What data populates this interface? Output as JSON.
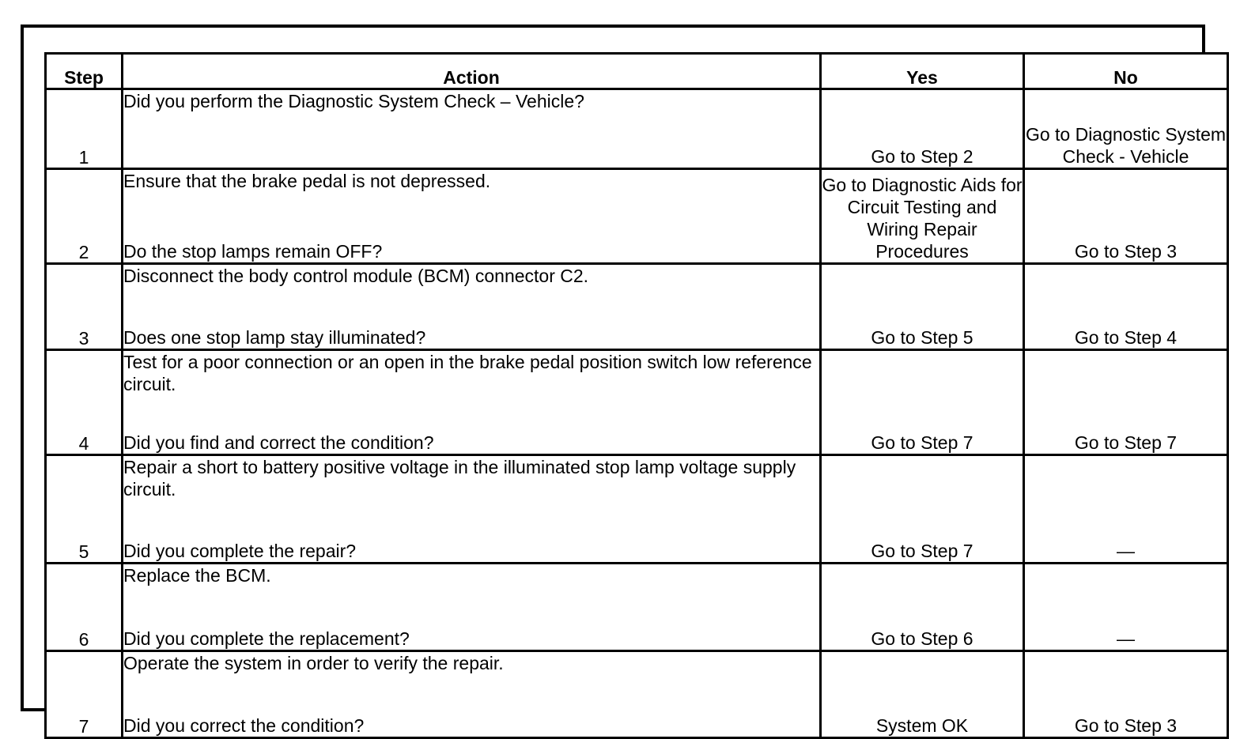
{
  "document": {
    "type": "diagnostic-decision-table",
    "columns": [
      "Step",
      "Action",
      "Yes",
      "No"
    ]
  },
  "table": {
    "headers": {
      "step": "Step",
      "action": "Action",
      "yes": "Yes",
      "no": "No"
    },
    "rows": [
      {
        "step": "1",
        "action_statement": "Did you perform the Diagnostic System Check – Vehicle?",
        "action_question": "",
        "yes": "Go to Step 2",
        "no": "Go to Diagnostic System Check - Vehicle",
        "yes_align": "bottom",
        "no_align": "top"
      },
      {
        "step": "2",
        "action_statement": "Ensure that the brake pedal is not depressed.",
        "action_question": "Do the stop lamps remain OFF?",
        "yes": "Go to Diagnostic Aids for Circuit Testing and Wiring Repair Procedures",
        "no": "Go to Step 3",
        "yes_align": "top",
        "no_align": "bottom"
      },
      {
        "step": "3",
        "action_statement": "Disconnect the body control module (BCM) connector C2.",
        "action_question": "Does one stop lamp stay illuminated?",
        "yes": "Go to Step 5",
        "no": "Go to Step 4",
        "yes_align": "bottom",
        "no_align": "bottom"
      },
      {
        "step": "4",
        "action_statement": "Test for a poor connection or an open in the brake pedal position switch low reference circuit.",
        "action_question": "Did you find and correct the condition?",
        "yes": "Go to Step 7",
        "no": "Go to Step 7",
        "yes_align": "bottom",
        "no_align": "bottom"
      },
      {
        "step": "5",
        "action_statement": "Repair a short to battery positive voltage in the illuminated stop lamp voltage supply circuit.",
        "action_question": "Did you complete the repair?",
        "yes": "Go to Step 7",
        "no": "—",
        "yes_align": "bottom",
        "no_align": "bottom"
      },
      {
        "step": "6",
        "action_statement": "Replace the BCM.",
        "action_question": "Did you complete the replacement?",
        "yes": "Go to Step 6",
        "no": "—",
        "yes_align": "bottom",
        "no_align": "bottom"
      },
      {
        "step": "7",
        "action_statement": "Operate the system in order to verify the repair.",
        "action_question": "Did you correct the condition?",
        "yes": "System OK",
        "no": "Go to Step 3",
        "yes_align": "bottom",
        "no_align": "bottom"
      }
    ]
  }
}
